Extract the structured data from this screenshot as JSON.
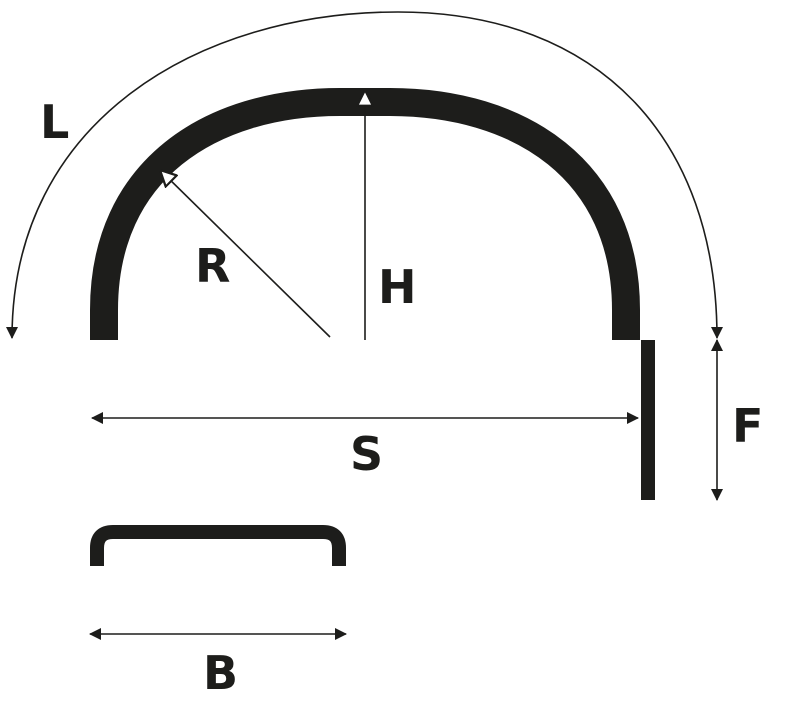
{
  "diagram": {
    "labels": {
      "L": "L",
      "R": "R",
      "H": "H",
      "S": "S",
      "F": "F",
      "B": "B"
    },
    "colors": {
      "ink": "#1d1d1b",
      "background": "#ffffff"
    }
  }
}
